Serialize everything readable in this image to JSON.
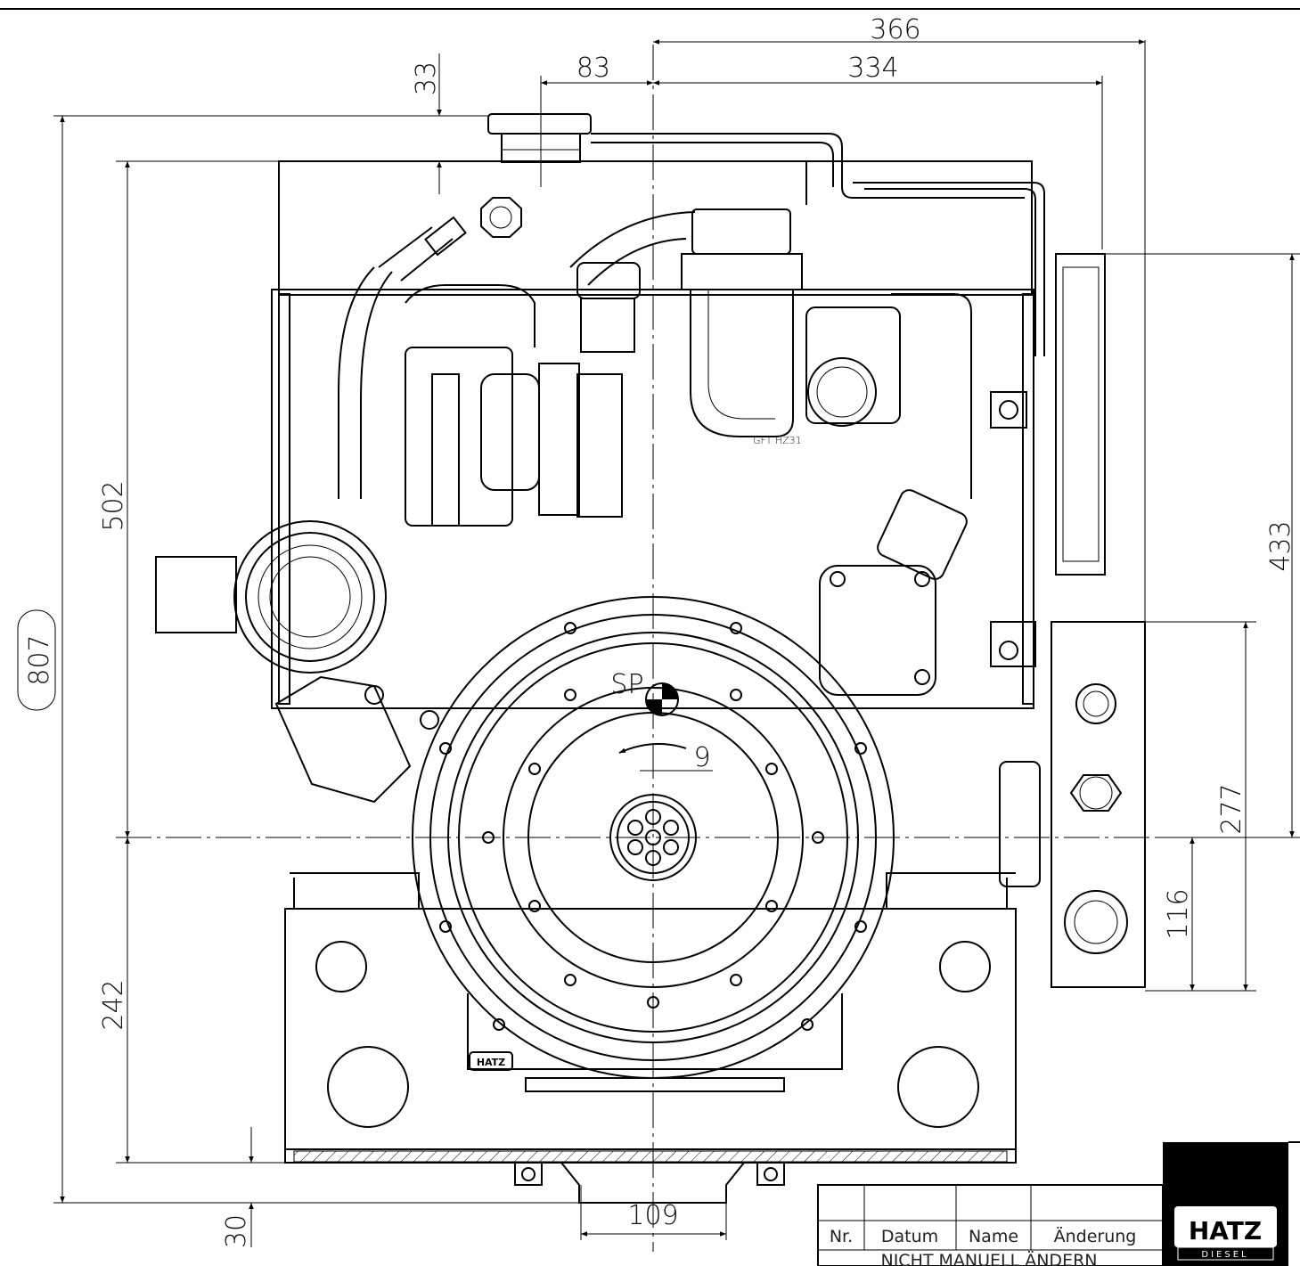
{
  "dimensions": {
    "top_overall": "366",
    "top_right": "334",
    "top_left": "83",
    "top_small": "33",
    "height_total": "807",
    "height_upper": "502",
    "height_lower": "242",
    "right_height": "433",
    "right_277": "277",
    "right_116": "116",
    "bottom_109": "109",
    "bottom_30": "30",
    "rotation_9": "9",
    "center_label": "SP"
  },
  "engine_marks": {
    "housing_text": "GFT HZ31",
    "plate_text": "HATZ"
  },
  "title_block": {
    "col_nr": "Nr.",
    "col_datum": "Datum",
    "col_name": "Name",
    "col_aenderung": "Änderung",
    "footer": "NICHT MANUELL ÄNDERN",
    "logo": "HATZ",
    "logo_sub": "DIESEL"
  }
}
